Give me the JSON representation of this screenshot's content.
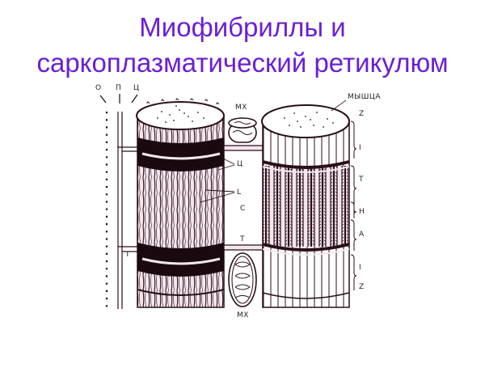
{
  "slide": {
    "title_line1": "Миофибриллы и",
    "title_line2": "саркоплазматический ретикулюм",
    "title_color": "#6a1fd6"
  },
  "diagram": {
    "labels": {
      "top_left": [
        "О",
        "П",
        "Ц"
      ],
      "mitochondrion_top": "МХ",
      "mitochondrion_bottom": "МХ",
      "muscle": "МЫШЦА",
      "cisterns": "Ц",
      "longitudinal": "L",
      "sarcoplasm": "С",
      "t_tubule_center": "Т",
      "t_tubule_left": "Т",
      "bands": [
        "Z",
        "I",
        "T",
        "H",
        "A",
        "I",
        "Z"
      ]
    },
    "ink_color": "#2a0f18",
    "tint_color": "#f3e6ee"
  }
}
